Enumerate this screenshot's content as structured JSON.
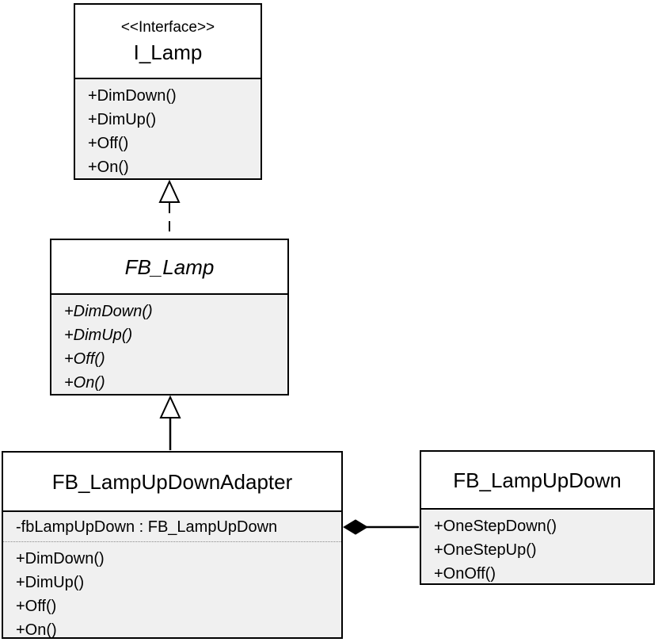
{
  "diagram": {
    "type": "uml-class-diagram",
    "colors": {
      "background": "#ffffff",
      "border": "#000000",
      "compartment_fill": "#f0f0f0",
      "text": "#000000"
    }
  },
  "classes": {
    "i_lamp": {
      "stereotype": "<<Interface>>",
      "name": "I_Lamp",
      "methods": [
        "+DimDown()",
        "+DimUp()",
        "+Off()",
        "+On()"
      ]
    },
    "fb_lamp": {
      "name": "FB_Lamp",
      "abstract": true,
      "methods": [
        "+DimDown()",
        "+DimUp()",
        "+Off()",
        "+On()"
      ]
    },
    "adapter": {
      "name": "FB_LampUpDownAdapter",
      "attributes": [
        "-fbLampUpDown : FB_LampUpDown"
      ],
      "methods": [
        "+DimDown()",
        "+DimUp()",
        "+Off()",
        "+On()"
      ]
    },
    "fb_lampupdown": {
      "name": "FB_LampUpDown",
      "methods": [
        "+OneStepDown()",
        "+OneStepUp()",
        "+OnOff()"
      ]
    }
  },
  "relationships": [
    {
      "type": "realization",
      "from": "FB_Lamp",
      "to": "I_Lamp",
      "line": "dashed",
      "arrowhead": "hollow-triangle"
    },
    {
      "type": "generalization",
      "from": "FB_LampUpDownAdapter",
      "to": "FB_Lamp",
      "line": "solid",
      "arrowhead": "hollow-triangle"
    },
    {
      "type": "composition",
      "from": "FB_LampUpDownAdapter",
      "to": "FB_LampUpDown",
      "line": "solid",
      "arrowhead": "filled-diamond"
    }
  ]
}
